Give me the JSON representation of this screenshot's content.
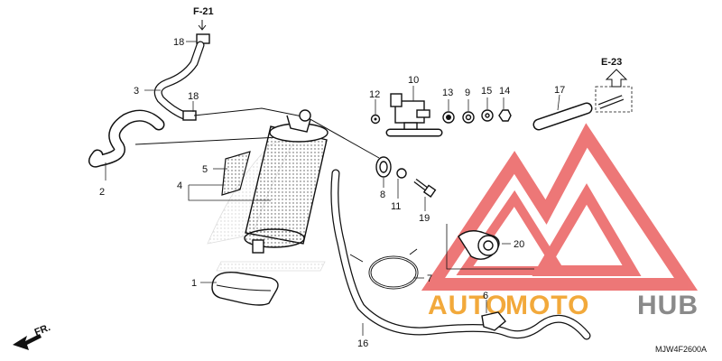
{
  "diagram": {
    "reference_arrows": {
      "f21": "F-21",
      "e23": "E-23"
    },
    "front_arrow": "FR.",
    "drawing_code": "MJW4F2600A",
    "watermark": {
      "brand_part1": "AUTO",
      "brand_part2": "MOTO",
      "brand_part3": "HUB",
      "colors": {
        "orange": "#f2a93b",
        "grey": "#9a9a9a",
        "red": "#e84a4a"
      }
    },
    "part_numbers": {
      "p1": "1",
      "p2": "2",
      "p3": "3",
      "p4": "4",
      "p5": "5",
      "p6": "6",
      "p7": "7",
      "p8": "8",
      "p9": "9",
      "p10": "10",
      "p11": "11",
      "p12": "12",
      "p13": "13",
      "p14": "14",
      "p15": "15",
      "p16": "16",
      "p17": "17",
      "p18a": "18",
      "p18b": "18",
      "p19": "19",
      "p20": "20"
    }
  }
}
